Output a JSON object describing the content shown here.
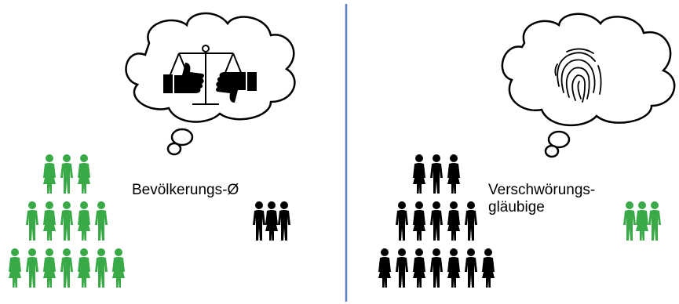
{
  "left_panel": {
    "label": "Bevölkerungs-Ø",
    "thought": "balance-scale-thumbs-icon",
    "majority_color": "#3aaa48",
    "minority_color": "#000000",
    "majority_rows": [
      3,
      5,
      7
    ],
    "minority_count": 3
  },
  "right_panel": {
    "label_line1": "Verschwörungs-",
    "label_line2": "gläubige",
    "thought": "fingerprint-icon",
    "majority_color": "#000000",
    "minority_color": "#3aaa48",
    "majority_rows": [
      3,
      5,
      7
    ],
    "minority_count": 3
  },
  "divider_color": "#5b7fbf"
}
